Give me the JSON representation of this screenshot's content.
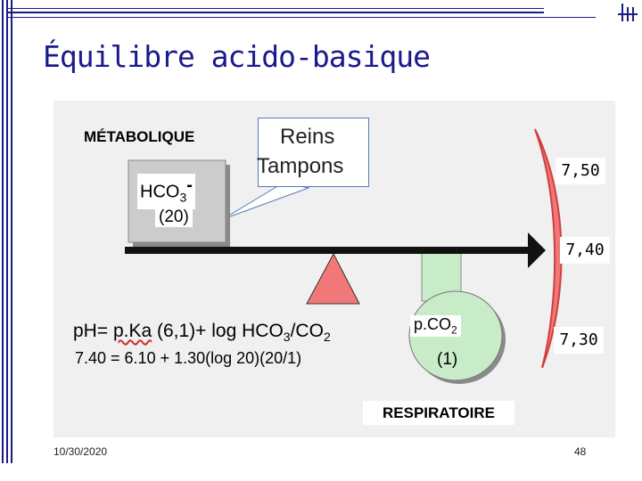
{
  "slide": {
    "title": "Équilibre acido-basique",
    "date": "10/30/2020",
    "page_number": "48",
    "logo_icon": "hospital-logo-icon"
  },
  "diagram": {
    "metabolique_label": "MÉTABOLIQUE",
    "callout_line1": "Reins",
    "callout_line2": "Tampons",
    "hco3_base": "HCO",
    "hco3_sub": "3",
    "hco3_sup": "-",
    "hco3_value": "(20)",
    "pco2_base": "p.CO",
    "pco2_sub": "2",
    "pco2_value": "(1)",
    "respiratoire_label": "RESPIRATOIRE",
    "scale_high": "7,50",
    "scale_mid": "7,40",
    "scale_low": "7,30",
    "formula_line1_prefix": "pH= ",
    "formula_line1_pka": "p.Ka",
    "formula_line1_mid": " (6,1)+ log HCO",
    "formula_line1_sub": "3",
    "formula_line1_end": "/CO",
    "formula_line1_sub2": "2",
    "formula_line2": "7.40 = 6.10 + 1.30(log 20)(20/1)",
    "colors": {
      "title_blue": "#1a1a8c",
      "balance_red": "#f07878",
      "pco2_green": "#c8ecc8",
      "box_gray": "#cccccc"
    }
  }
}
